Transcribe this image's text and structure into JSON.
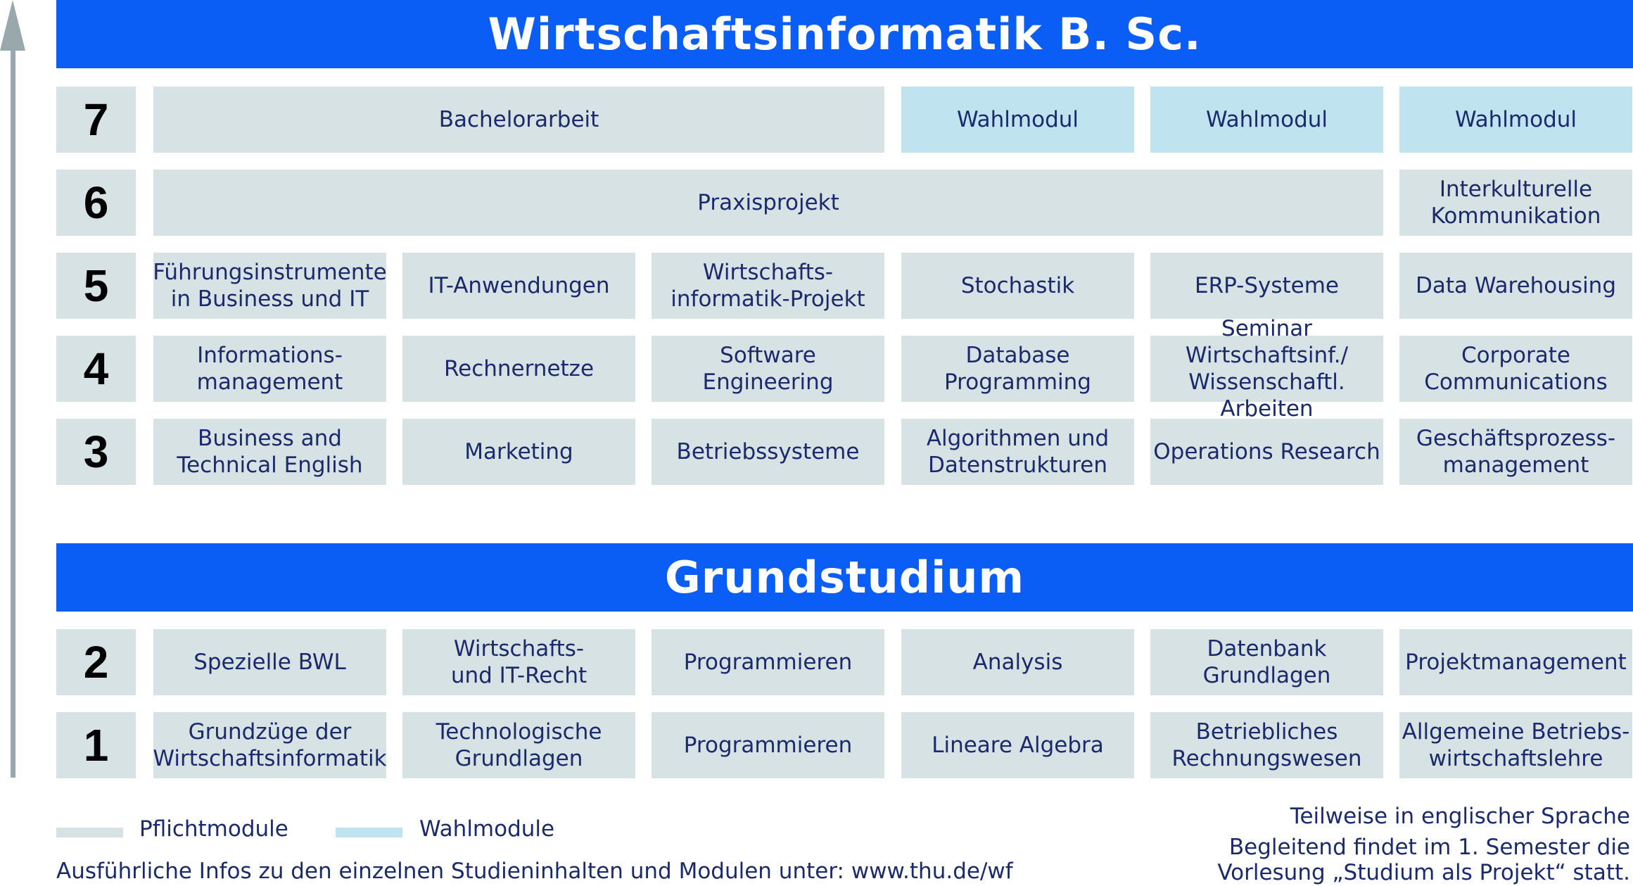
{
  "title": "Wirtschaftsinformatik B. Sc.",
  "subtitle": "Grundstudium",
  "semesters_upper": [
    {
      "number": "7",
      "modules": [
        {
          "label": "Bachelorarbeit",
          "type": "pflicht"
        },
        {
          "label": "Wahlmodul",
          "type": "wahl"
        },
        {
          "label": "Wahlmodul",
          "type": "wahl"
        },
        {
          "label": "Wahlmodul",
          "type": "wahl"
        }
      ]
    },
    {
      "number": "6",
      "modules": [
        {
          "label": "Praxisprojekt",
          "type": "pflicht"
        },
        {
          "label": "Interkulturelle\nKommunikation",
          "type": "pflicht"
        }
      ]
    },
    {
      "number": "5",
      "modules": [
        {
          "label": "Führungsinstrumente\nin Business und IT",
          "type": "pflicht"
        },
        {
          "label": "IT-Anwendungen",
          "type": "pflicht"
        },
        {
          "label": "Wirtschafts-\ninformatik-Projekt",
          "type": "pflicht"
        },
        {
          "label": "Stochastik",
          "type": "pflicht"
        },
        {
          "label": "ERP-Systeme",
          "type": "pflicht"
        },
        {
          "label": "Data Warehousing",
          "type": "pflicht"
        }
      ]
    },
    {
      "number": "4",
      "modules": [
        {
          "label": "Informations-\nmanagement",
          "type": "pflicht"
        },
        {
          "label": "Rechnernetze",
          "type": "pflicht"
        },
        {
          "label": "Software Engineering",
          "type": "pflicht"
        },
        {
          "label": "Database\nProgramming",
          "type": "pflicht"
        },
        {
          "label": "Seminar Wirtschaftsinf./\nWissenschaftl. Arbeiten",
          "type": "pflicht"
        },
        {
          "label": "Corporate\nCommunications",
          "type": "pflicht"
        }
      ]
    },
    {
      "number": "3",
      "modules": [
        {
          "label": "Business and\nTechnical English",
          "type": "pflicht"
        },
        {
          "label": "Marketing",
          "type": "pflicht"
        },
        {
          "label": "Betriebssysteme",
          "type": "pflicht"
        },
        {
          "label": "Algorithmen und\nDatenstrukturen",
          "type": "pflicht"
        },
        {
          "label": "Operations Research",
          "type": "pflicht"
        },
        {
          "label": "Geschäftsprozess-\nmanagement",
          "type": "pflicht"
        }
      ]
    }
  ],
  "semesters_lower": [
    {
      "number": "2",
      "modules": [
        {
          "label": "Spezielle BWL",
          "type": "pflicht"
        },
        {
          "label": "Wirtschafts-\nund IT-Recht",
          "type": "pflicht"
        },
        {
          "label": "Programmieren",
          "type": "pflicht"
        },
        {
          "label": "Analysis",
          "type": "pflicht"
        },
        {
          "label": "Datenbank\nGrundlagen",
          "type": "pflicht"
        },
        {
          "label": "Projektmanagement",
          "type": "pflicht"
        }
      ]
    },
    {
      "number": "1",
      "modules": [
        {
          "label": "Grundzüge der\nWirtschaftsinformatik",
          "type": "pflicht"
        },
        {
          "label": "Technologische\nGrundlagen",
          "type": "pflicht"
        },
        {
          "label": "Programmieren",
          "type": "pflicht"
        },
        {
          "label": "Lineare Algebra",
          "type": "pflicht"
        },
        {
          "label": "Betriebliches\nRechnungswesen",
          "type": "pflicht"
        },
        {
          "label": "Allgemeine Betriebs-\nwirtschaftslehre",
          "type": "pflicht"
        }
      ]
    }
  ],
  "legend": {
    "pflicht_label": "Pflichtmodule",
    "wahl_label": "Wahlmodule",
    "pflicht_color": "#d6e2e4",
    "wahl_color": "#bfe3ef"
  },
  "notes": {
    "info": "Ausführliche Infos zu den einzelnen Studieninhalten und Modulen unter: www.thu.de/wf",
    "english": "Teilweise in englischer Sprache",
    "accompanying_line1": "Begleitend findet im 1. Semester die",
    "accompanying_line2": "Vorlesung „Studium als Projekt“ statt."
  },
  "colors": {
    "banner": "#0a5ef6",
    "text": "#1a2a6b",
    "arrow": "#98a8ac"
  }
}
